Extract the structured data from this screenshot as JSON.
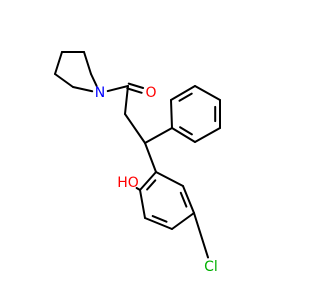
{
  "molecule": {
    "atoms": {
      "nitrogen": "N",
      "oxygen": "O",
      "hydroxyl": "HO",
      "chlorine": "Cl"
    },
    "colors": {
      "bond": "#000000",
      "nitrogen": "#0000ff",
      "oxygen": "#ff0000",
      "chlorine": "#00b000"
    }
  }
}
